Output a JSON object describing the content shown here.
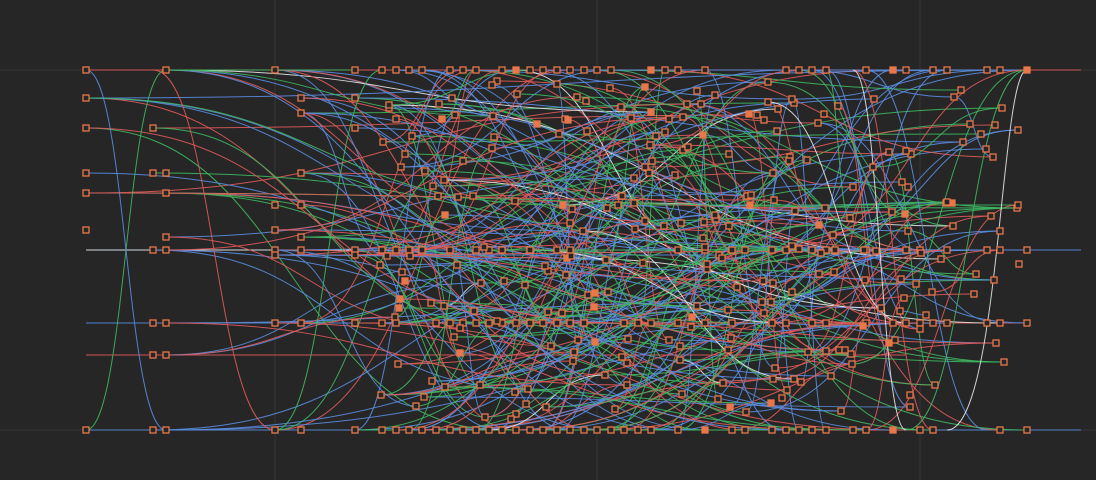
{
  "theme": {
    "background": "#262626",
    "grid_color": "#353535",
    "edge_colors": [
      "#e05a5a",
      "#5a8de0",
      "#3fb760",
      "#e6e6e6"
    ],
    "node_color": "#e8774a"
  },
  "graph": {
    "node_count_estimate": 400,
    "edge_count_estimate": 500,
    "highlighted_lanes": [
      "top",
      "upper-middle",
      "middle",
      "lower",
      "bottom"
    ]
  }
}
